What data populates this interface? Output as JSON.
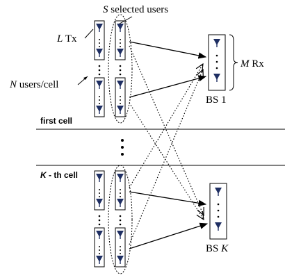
{
  "labels": {
    "selected_symbol": "S",
    "selected_text": " selected users",
    "tx_symbol": "L",
    "tx_text": " Tx",
    "users_symbol": "N",
    "users_text": " users/cell",
    "rx_symbol": "M",
    "rx_text": " Rx",
    "bs1": "BS 1",
    "first_cell": "first cell",
    "kth_symbol": "K",
    "kth_text": " - th cell",
    "bsk_prefix": "BS ",
    "bsk_symbol": "K"
  },
  "colors": {
    "antenna": "#1f2f63",
    "line": "#000000"
  }
}
